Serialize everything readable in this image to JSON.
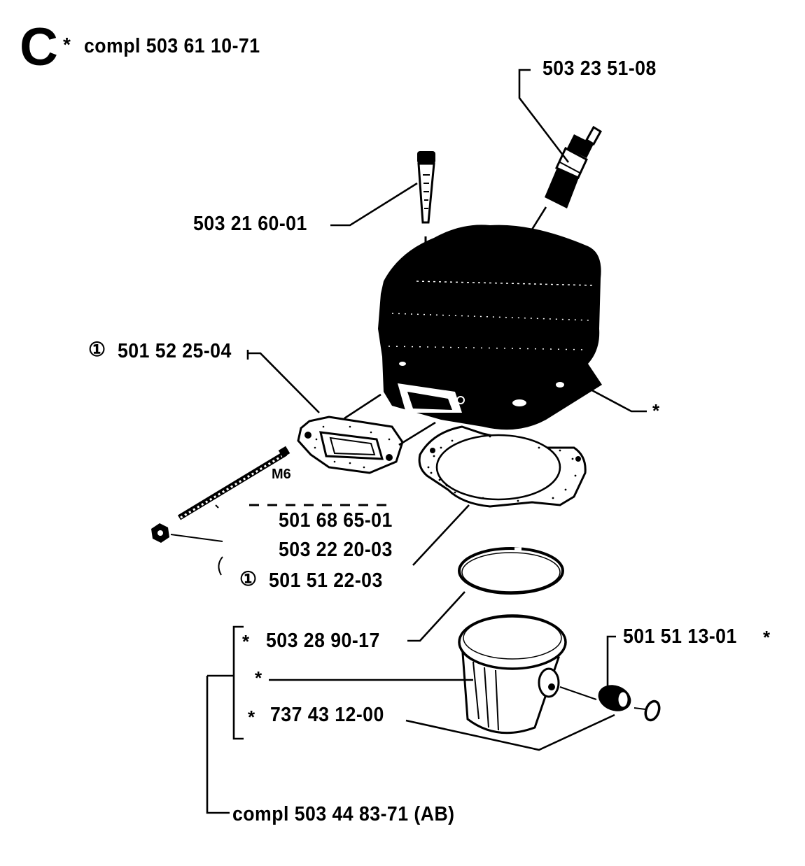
{
  "header": {
    "section_letter": "C",
    "star": "*",
    "assembly": "compl 503 61 10-71"
  },
  "parts": {
    "spark_plug": "503 23 51-08",
    "cylinder_screw": "503 21 60-01",
    "exhaust_gasket": "501 52 25-04",
    "stud_thread": "M6",
    "stud": "501 68 65-01",
    "nut": "503 22 20-03",
    "cylinder_gasket": "501 51 22-03",
    "piston_ring": "503 28 90-17",
    "piston_pin": "737 43 12-00",
    "circlip": "501 51 13-01",
    "piston_assembly": "compl 503 44 83-71 (AB)"
  },
  "markers": {
    "star": "*",
    "circled_one": "①"
  }
}
